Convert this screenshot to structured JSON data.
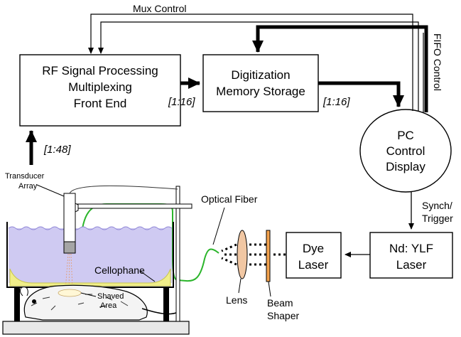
{
  "blocks": {
    "rf_front_end": [
      "RF Signal Processing",
      "Multiplexing",
      "Front End"
    ],
    "digitization": [
      "Digitization",
      "Memory Storage"
    ],
    "pc": [
      "PC",
      "Control",
      "Display"
    ],
    "ndylf": [
      "Nd: YLF",
      "Laser"
    ],
    "dye": [
      "Dye",
      "Laser"
    ]
  },
  "signals": {
    "mux_control": "Mux Control",
    "fifo_control": "FIFO Control",
    "synch_trigger": [
      "Synch/",
      "Trigger"
    ]
  },
  "ratios": {
    "transducer_to_rf": "[1:48]",
    "rf_to_digitization": "[1:16]",
    "digitization_to_pc": "[1:16]"
  },
  "labels": {
    "transducer_array": [
      "Transducer",
      "Array"
    ],
    "optical_fiber": "Optical Fiber",
    "cellophane": "Cellophane",
    "shaved_area": [
      "Shaved",
      "Area"
    ],
    "lens": "Lens",
    "beam_shaper": [
      "Beam",
      "Shaper"
    ]
  },
  "colors": {
    "water": "#cfcaf2",
    "fiber": "#2bb52b",
    "lens": "#f1c7a3",
    "beam_shaper": "#f3a24d",
    "cellophane": "#f0ee8a",
    "base": "#e8e8e8"
  }
}
